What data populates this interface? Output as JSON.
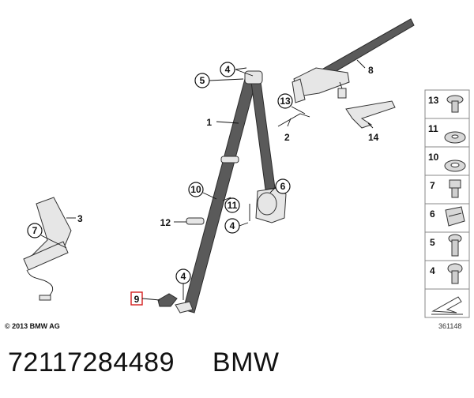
{
  "diagram": {
    "copyright": "© 2013 BMW AG",
    "figure_id": "361148",
    "callouts": {
      "c4a": "4",
      "c5": "5",
      "c1": "1",
      "c8": "8",
      "c13": "13",
      "c2": "2",
      "c14": "14",
      "c6": "6",
      "c10": "10",
      "c11": "11",
      "c12": "12",
      "c4b": "4",
      "c3": "3",
      "c7": "7",
      "c4c": "4",
      "c9": "9"
    },
    "legend": [
      {
        "num": "13",
        "icon": "screw-flat-head-icon"
      },
      {
        "num": "11",
        "icon": "washer-icon"
      },
      {
        "num": "10",
        "icon": "washer-flange-icon"
      },
      {
        "num": "7",
        "icon": "bolt-cap-icon"
      },
      {
        "num": "6",
        "icon": "clip-nut-icon"
      },
      {
        "num": "5",
        "icon": "screw-icon"
      },
      {
        "num": "4",
        "icon": "screw-round-head-icon"
      }
    ]
  },
  "footer": {
    "part_number": "72117284489",
    "brand": "BMW"
  }
}
